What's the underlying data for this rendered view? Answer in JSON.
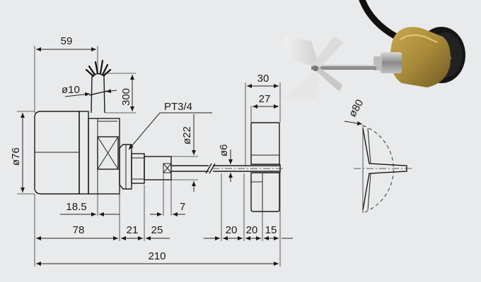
{
  "labels": {
    "top_width": "59",
    "cable_dia": "ø10",
    "cable_len": "300",
    "housing_dia": "ø76",
    "thread": "PT3/4",
    "body_dia": "ø22",
    "shaft_dia": "ø6",
    "paddle_width_outer": "30",
    "paddle_width_inner": "27",
    "paddle_sweep": "ø80",
    "offset_185": "18.5",
    "offset_7": "7",
    "len_78": "78",
    "len_21": "21",
    "len_25": "25",
    "len_20a": "20",
    "len_20b": "20",
    "len_15": "15",
    "total_len": "210"
  },
  "colors": {
    "background": "#e9eaeb",
    "line": "#1a1a1a",
    "paddle": "#e4e4e4",
    "housing_brass": "#a88a3a",
    "cap_black": "#151515"
  }
}
